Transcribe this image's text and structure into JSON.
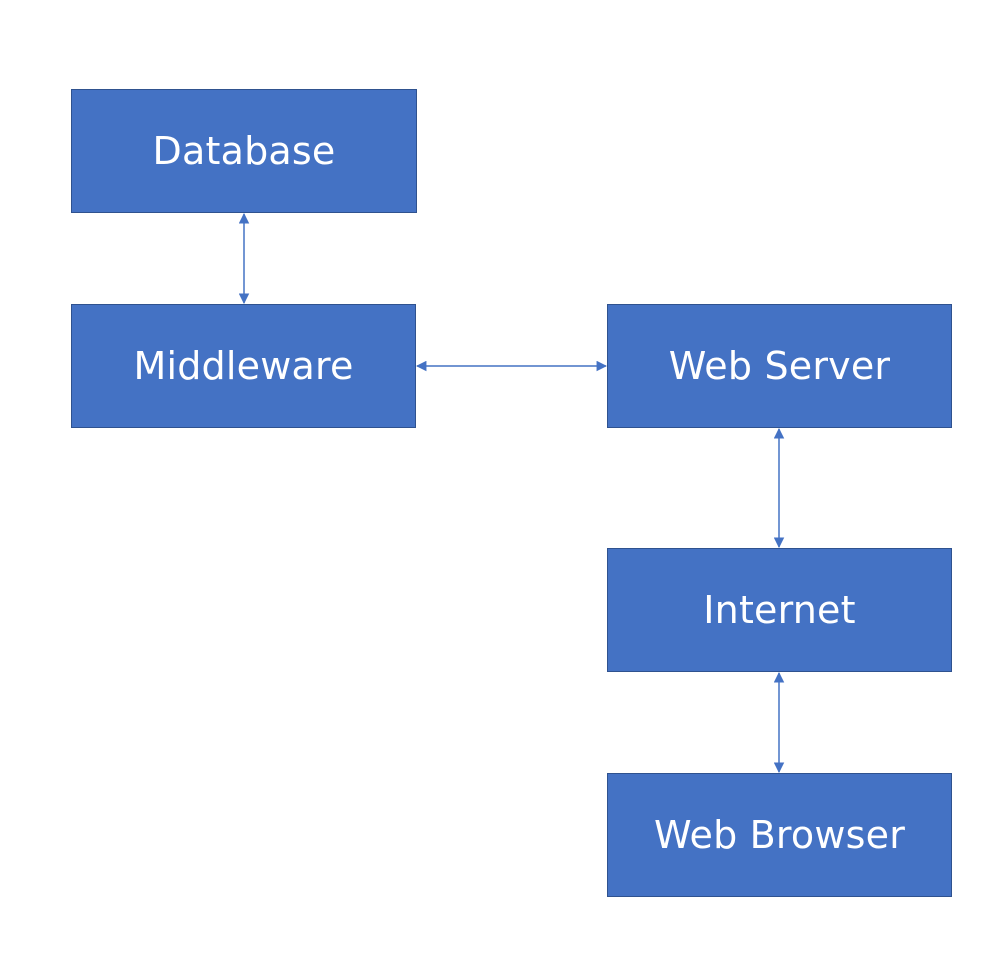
{
  "diagram": {
    "colors": {
      "node_fill": "#4472c4",
      "node_border": "#2f528f",
      "node_text": "#ffffff",
      "connector": "#4472c4",
      "background": "#ffffff"
    },
    "nodes": {
      "database": {
        "label": "Database"
      },
      "middleware": {
        "label": "Middleware"
      },
      "web_server": {
        "label": "Web Server"
      },
      "internet": {
        "label": "Internet"
      },
      "web_browser": {
        "label": "Web Browser"
      }
    },
    "connections": [
      {
        "from": "database",
        "to": "middleware",
        "direction": "bidirectional"
      },
      {
        "from": "middleware",
        "to": "web_server",
        "direction": "bidirectional"
      },
      {
        "from": "web_server",
        "to": "internet",
        "direction": "bidirectional"
      },
      {
        "from": "internet",
        "to": "web_browser",
        "direction": "bidirectional"
      }
    ]
  }
}
